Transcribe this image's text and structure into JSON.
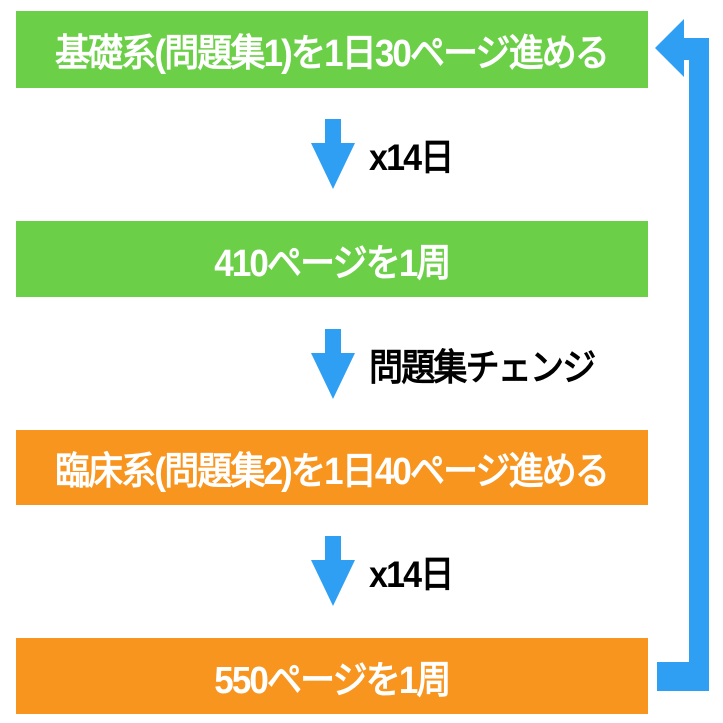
{
  "colors": {
    "step_green": "#6ccf48",
    "step_orange": "#f8951f",
    "arrow_blue": "#2f9ff4",
    "box_text": "#ffffff",
    "connector_text": "#000000",
    "background": "#ffffff"
  },
  "flow": {
    "boxes": [
      {
        "id": "step-1",
        "label": "基礎系(問題集1)を1日30ページ進める",
        "color": "green"
      },
      {
        "id": "step-2",
        "label": "410ページを1周",
        "color": "green"
      },
      {
        "id": "step-3",
        "label": "臨床系(問題集2)を1日40ページ進める",
        "color": "orange"
      },
      {
        "id": "step-4",
        "label": "550ページを1周",
        "color": "orange"
      }
    ],
    "connectors": [
      {
        "from": "step-1",
        "to": "step-2",
        "label": "x14日"
      },
      {
        "from": "step-2",
        "to": "step-3",
        "label": "問題集チェンジ"
      },
      {
        "from": "step-3",
        "to": "step-4",
        "label": "x14日"
      }
    ],
    "loop": {
      "from": "step-4",
      "to": "step-1"
    }
  }
}
